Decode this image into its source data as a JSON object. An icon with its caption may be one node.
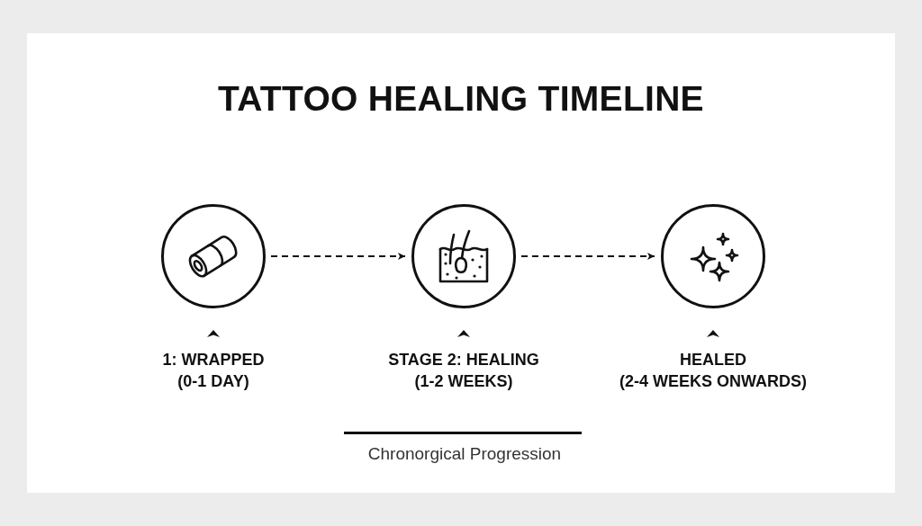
{
  "diagram": {
    "title": "TATTOO HEALING TIMELINE",
    "caption": "Chronorgical Progression",
    "nodes": [
      {
        "text": [
          "1: WRAPPED",
          "(0-1 DAY)"
        ]
      },
      {
        "text": [
          "STAGE 2: HEALING",
          "(1-2 WEEKS)"
        ]
      },
      {
        "text": [
          "HEALED",
          "(2-4 WEEKS ONWARDS)"
        ]
      }
    ],
    "edges": [
      {
        "from": 0,
        "to": 1,
        "arrow": "to",
        "style": "dashed"
      },
      {
        "from": 1,
        "to": 2,
        "arrow": "to",
        "style": "dashed"
      }
    ]
  }
}
